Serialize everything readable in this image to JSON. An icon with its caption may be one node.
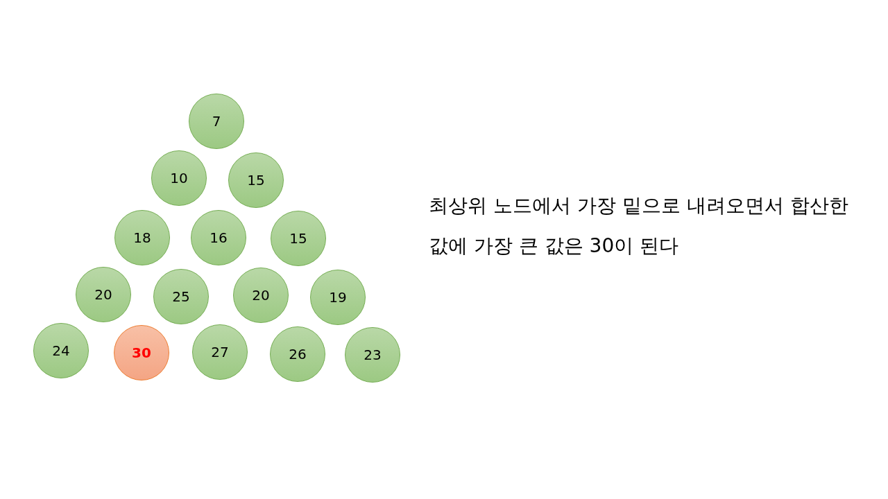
{
  "diagram": {
    "nodes": [
      {
        "text": [
          "7"
        ]
      },
      {
        "text": [
          "10"
        ]
      },
      {
        "text": [
          "15"
        ]
      },
      {
        "text": [
          "18"
        ]
      },
      {
        "text": [
          "16"
        ]
      },
      {
        "text": [
          "15"
        ]
      },
      {
        "text": [
          "20"
        ]
      },
      {
        "text": [
          "25"
        ]
      },
      {
        "text": [
          "20"
        ]
      },
      {
        "text": [
          "19"
        ]
      },
      {
        "text": [
          "24"
        ]
      },
      {
        "text": [
          "30"
        ]
      },
      {
        "text": [
          "27"
        ]
      },
      {
        "text": [
          "26"
        ]
      },
      {
        "text": [
          "23"
        ]
      }
    ],
    "edges": [],
    "labels": [
      "최상위 노드에서 가장 밑으로 내려오면서 합산한 값에 가장 큰 값은 30이 된다"
    ]
  }
}
